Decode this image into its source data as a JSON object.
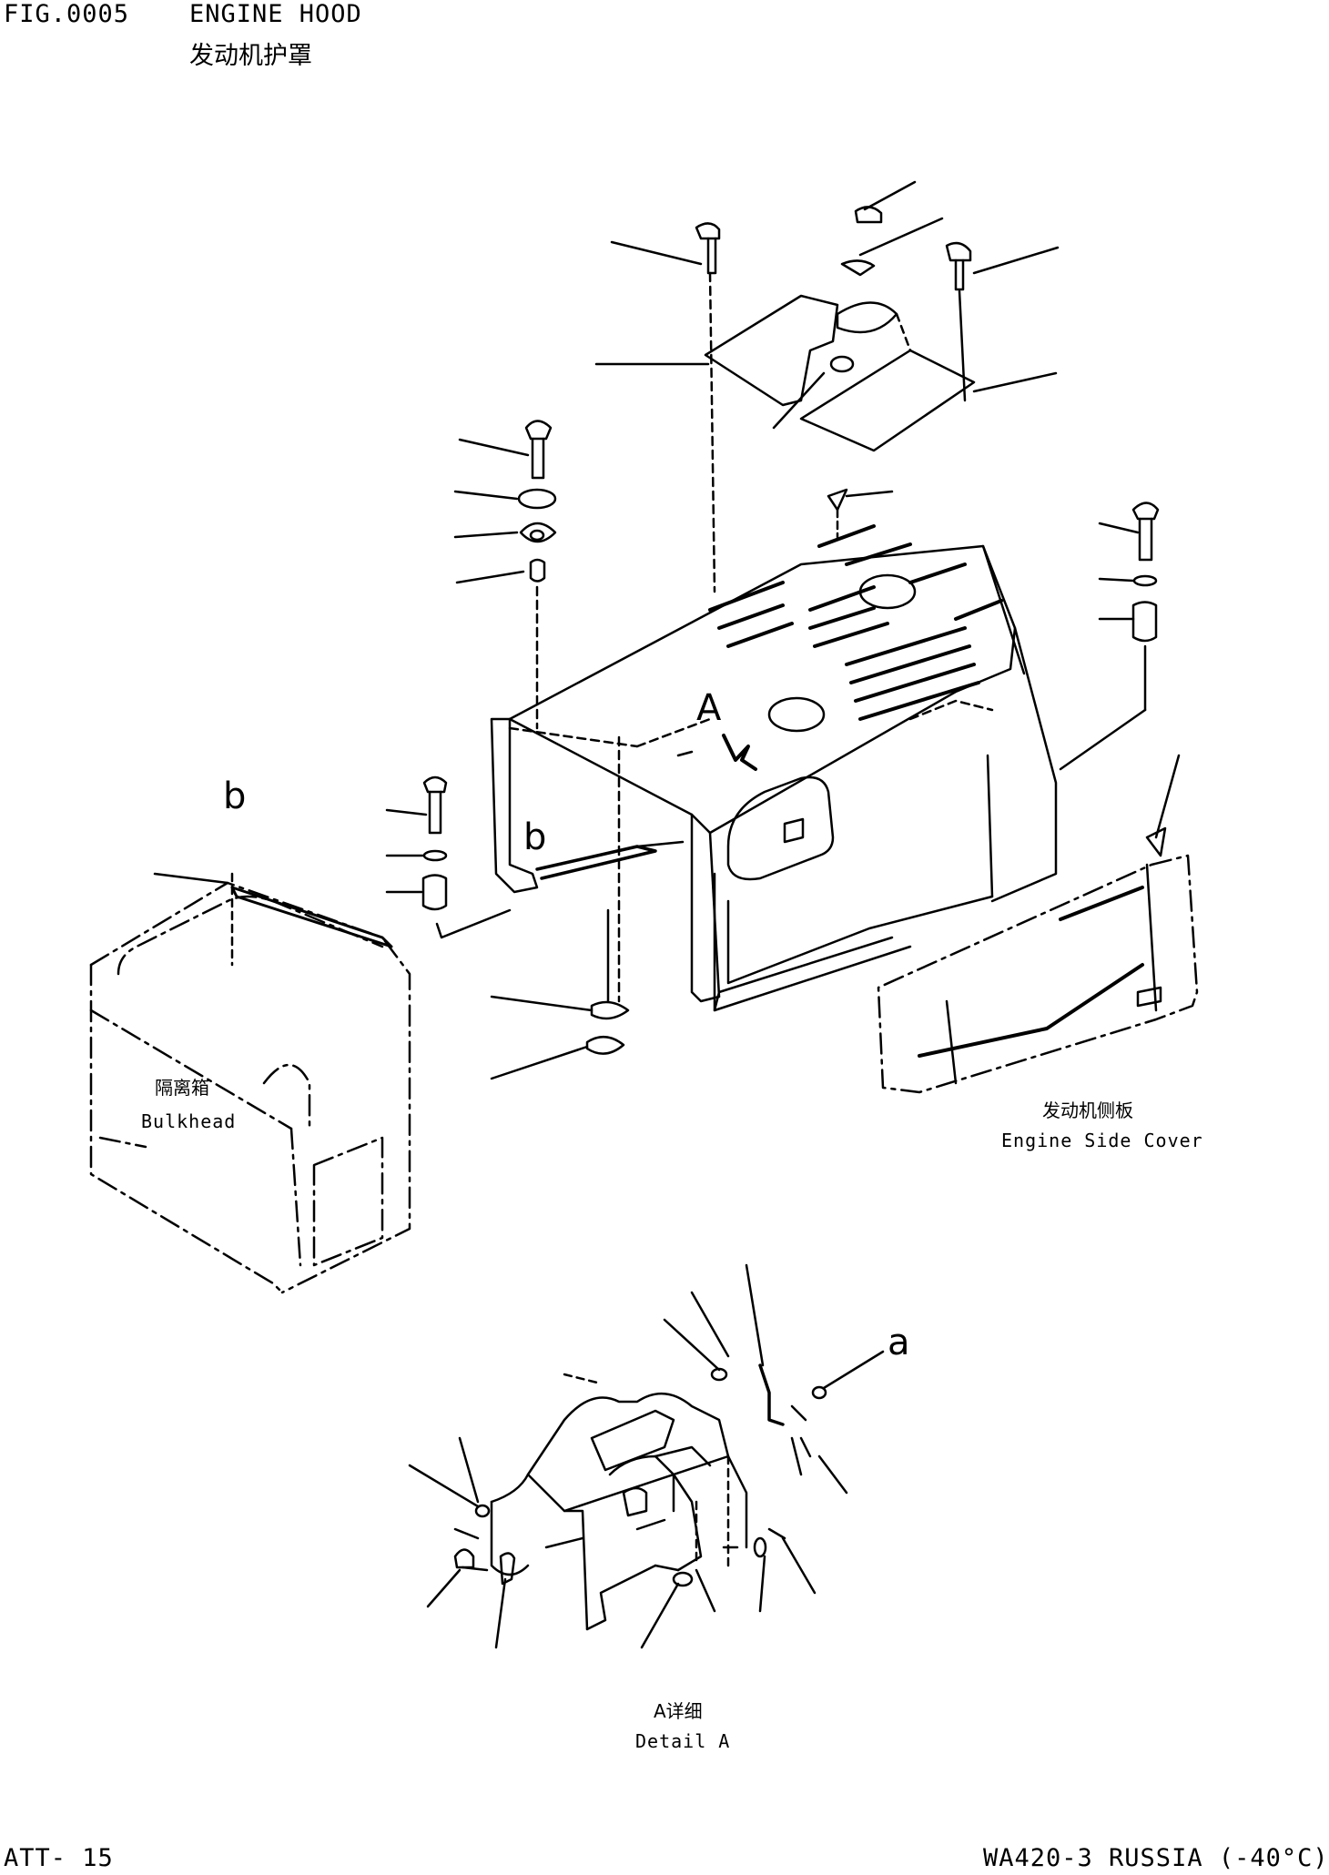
{
  "header": {
    "fig_number": "FIG.0005",
    "title_en": "ENGINE HOOD",
    "title_cn": "发动机护罩"
  },
  "labels": {
    "bulkhead_cn": "隔离箱",
    "bulkhead_en": "Bulkhead",
    "side_cover_cn": "发动机侧板",
    "side_cover_en": "Engine Side Cover",
    "detail_cn": "A详细",
    "detail_en": "Detail A"
  },
  "callouts": {
    "a_upper": "A",
    "b_top": "b",
    "b_inner": "b",
    "a_detail": "a"
  },
  "footer": {
    "page_ref": "ATT- 15",
    "model": "WA420-3 RUSSIA (-40°C)"
  }
}
